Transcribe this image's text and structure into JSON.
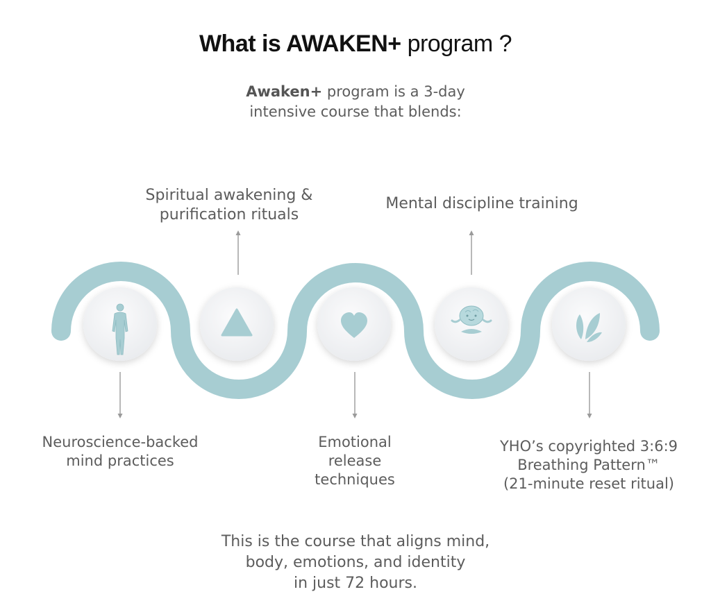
{
  "title": {
    "part1": "What is ",
    "part2": "AWAKEN+",
    "part3": " program ?"
  },
  "intro": {
    "bold": "Awaken+",
    "line1_rest": " program is a 3-day",
    "line2": "intensive course that blends:"
  },
  "steps": [
    {
      "icon": "human-body-icon",
      "position": "below",
      "lines": [
        "Neuroscience-backed",
        "mind practices"
      ]
    },
    {
      "icon": "triangle-icon",
      "position": "above",
      "lines": [
        "Spiritual awakening &",
        "purification rituals"
      ]
    },
    {
      "icon": "heart-icon",
      "position": "below",
      "lines": [
        "Emotional",
        "release",
        "techniques"
      ]
    },
    {
      "icon": "meditating-brain-icon",
      "position": "above",
      "lines": [
        "Mental discipline training"
      ]
    },
    {
      "icon": "leaves-icon",
      "position": "below",
      "lines": [
        "YHO’s copyrighted 3:6:9",
        "Breathing Pattern™",
        "(21-minute reset ritual)"
      ]
    }
  ],
  "outro": {
    "lines": [
      "This is the course that aligns mind,",
      "body, emotions, and identity",
      "in just 72 hours."
    ]
  },
  "colors": {
    "wave": "#a7cdd2",
    "icon": "#a7cdd2",
    "circle_fill": "#f3f4f6",
    "connector": "#9a9a9a"
  }
}
